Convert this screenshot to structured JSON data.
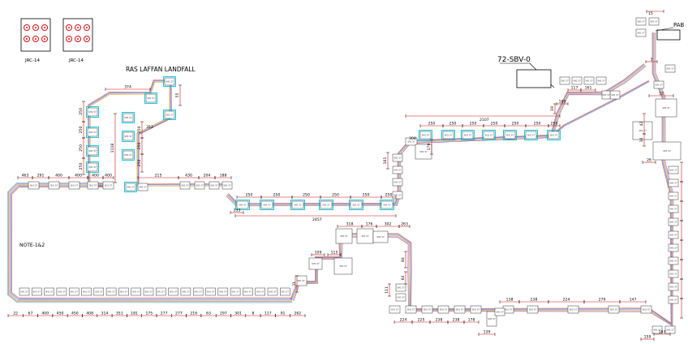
{
  "labels": {
    "title": "RAS LAFFAN LANDFALL",
    "note": "NOTE-1&2",
    "jrc_a": "JRC-14",
    "jrc_b": "JRC-14",
    "sbv": "72-SBV-0",
    "pab": "PAB"
  },
  "dimensions": {
    "total_top": "2107",
    "total_mid": "2457",
    "top_right_15": "15",
    "left_top": [
      "463",
      "291",
      "400",
      "400",
      "400",
      "400"
    ],
    "bottom_row": [
      "22",
      "67",
      "400",
      "450",
      "450",
      "408",
      "314",
      "351",
      "181",
      "175",
      "277",
      "277",
      "216",
      "63",
      "297",
      "301",
      "8",
      "117",
      "91",
      "262"
    ],
    "landfall": [
      "374",
      "250",
      "250",
      "250",
      "250",
      "1118",
      "55",
      "353",
      "250",
      "250",
      "250",
      "215",
      "430",
      "204",
      "188"
    ],
    "mid_row": [
      "250",
      "250",
      "250",
      "250",
      "250",
      "250",
      "233"
    ],
    "top_row": [
      "250",
      "250",
      "250",
      "250",
      "250",
      "250",
      "250"
    ],
    "center": [
      "318",
      "176",
      "302",
      "263",
      "109",
      "115",
      "31",
      "84",
      "64",
      "111"
    ],
    "bottom_right": [
      "138",
      "238",
      "224",
      "279",
      "147",
      "224",
      "225",
      "238",
      "238",
      "178",
      "139",
      "183",
      "159"
    ],
    "riser": [
      "161",
      "308",
      "179",
      "19",
      "189",
      "117",
      "161",
      "3",
      "12",
      "42",
      "16",
      "26"
    ]
  },
  "box_code": "SH1 57"
}
